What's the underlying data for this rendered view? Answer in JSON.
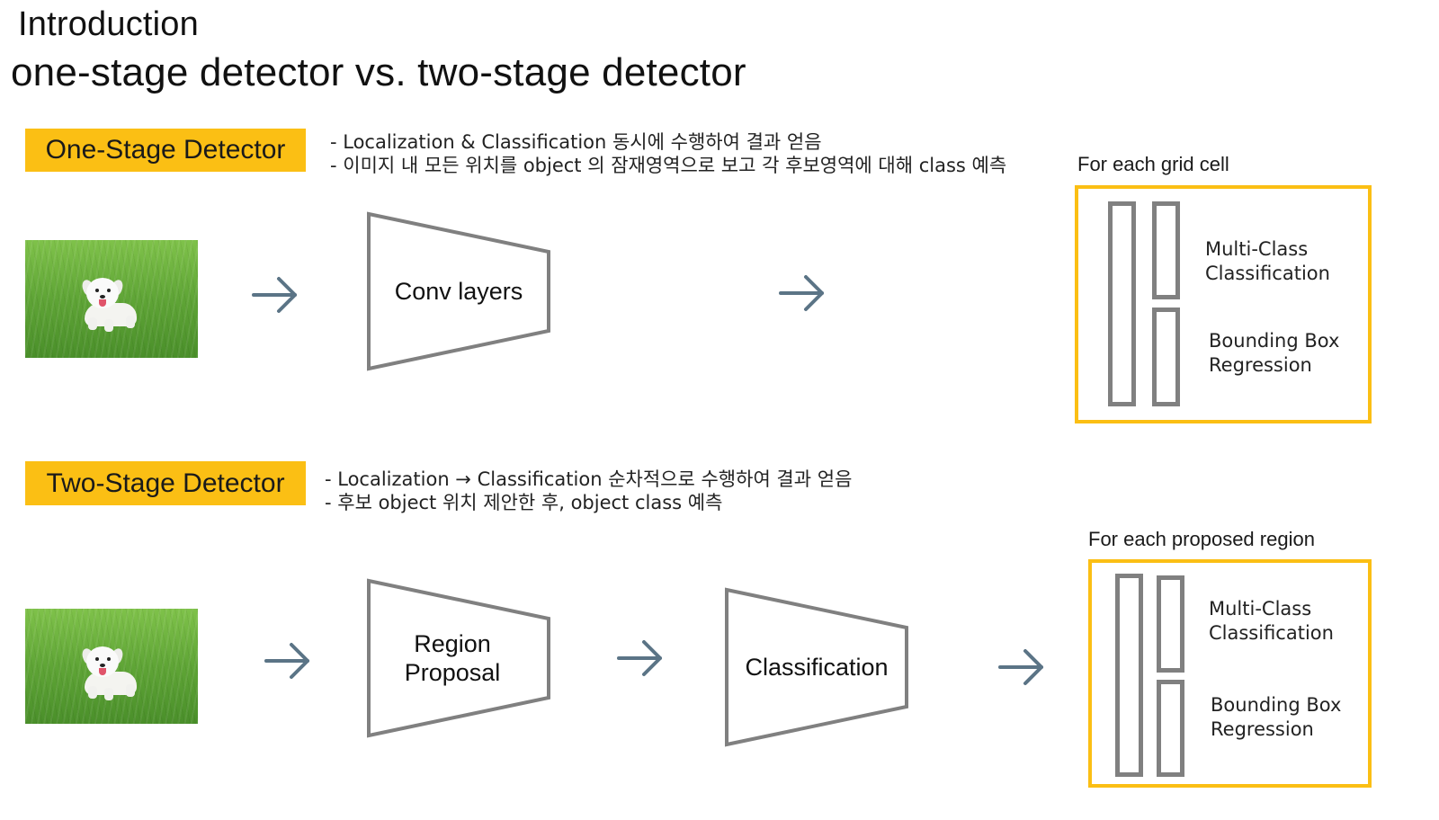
{
  "header": {
    "section": "Introduction",
    "title": "one-stage detector vs. two-stage detector"
  },
  "one_stage": {
    "label": "One-Stage Detector",
    "notes": [
      "- Localization & Classification 동시에 수행하여 결과 얻음",
      "- 이미지 내 모든 위치를 object 의 잠재영역으로 보고 각 후보영역에 대해 class 예측"
    ],
    "block": "Conv layers",
    "output_caption": "For each grid cell",
    "output_labels": {
      "classification": [
        "Multi-Class",
        "Classification"
      ],
      "regression": [
        "Bounding Box",
        "Regression"
      ]
    }
  },
  "two_stage": {
    "label": "Two-Stage Detector",
    "notes": [
      "- Localization → Classification 순차적으로 수행하여 결과 얻음",
      "- 후보 object 위치 제안한 후, object class 예측"
    ],
    "block1": [
      "Region",
      "Proposal"
    ],
    "block2": "Classification",
    "output_caption": "For each proposed region",
    "output_labels": {
      "classification": [
        "Multi-Class",
        "Classification"
      ],
      "regression": [
        "Bounding Box",
        "Regression"
      ]
    }
  },
  "colors": {
    "accent": "#fbbf14",
    "arrow": "#5b7486",
    "outline": "#808080"
  }
}
